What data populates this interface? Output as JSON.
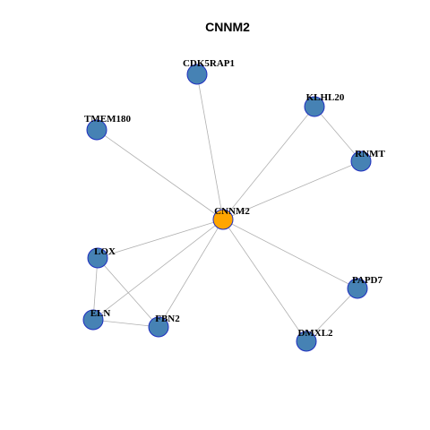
{
  "title": "CNNM2",
  "colors": {
    "hub": "#ffa500",
    "node": "#4682b4",
    "node_border": "#1f2fbf",
    "edge": "#b0b0b0"
  },
  "nodes": [
    {
      "id": "CNNM2",
      "label": "CNNM2",
      "hub": true
    },
    {
      "id": "CDK5RAP1",
      "label": "CDK5RAP1",
      "hub": false
    },
    {
      "id": "KLHL20",
      "label": "KLHL20",
      "hub": false
    },
    {
      "id": "TMEM180",
      "label": "TMEM180",
      "hub": false
    },
    {
      "id": "RNMT",
      "label": "RNMT",
      "hub": false
    },
    {
      "id": "LOX",
      "label": "LOX",
      "hub": false
    },
    {
      "id": "PAPD7",
      "label": "PAPD7",
      "hub": false
    },
    {
      "id": "ELN",
      "label": "ELN",
      "hub": false
    },
    {
      "id": "FBN2",
      "label": "FBN2",
      "hub": false
    },
    {
      "id": "DMXL2",
      "label": "DMXL2",
      "hub": false
    }
  ],
  "edges": [
    [
      "CNNM2",
      "CDK5RAP1"
    ],
    [
      "CNNM2",
      "KLHL20"
    ],
    [
      "CNNM2",
      "TMEM180"
    ],
    [
      "CNNM2",
      "RNMT"
    ],
    [
      "CNNM2",
      "LOX"
    ],
    [
      "CNNM2",
      "PAPD7"
    ],
    [
      "CNNM2",
      "ELN"
    ],
    [
      "CNNM2",
      "FBN2"
    ],
    [
      "CNNM2",
      "DMXL2"
    ],
    [
      "KLHL20",
      "RNMT"
    ],
    [
      "LOX",
      "ELN"
    ],
    [
      "LOX",
      "FBN2"
    ],
    [
      "ELN",
      "FBN2"
    ],
    [
      "PAPD7",
      "DMXL2"
    ]
  ]
}
